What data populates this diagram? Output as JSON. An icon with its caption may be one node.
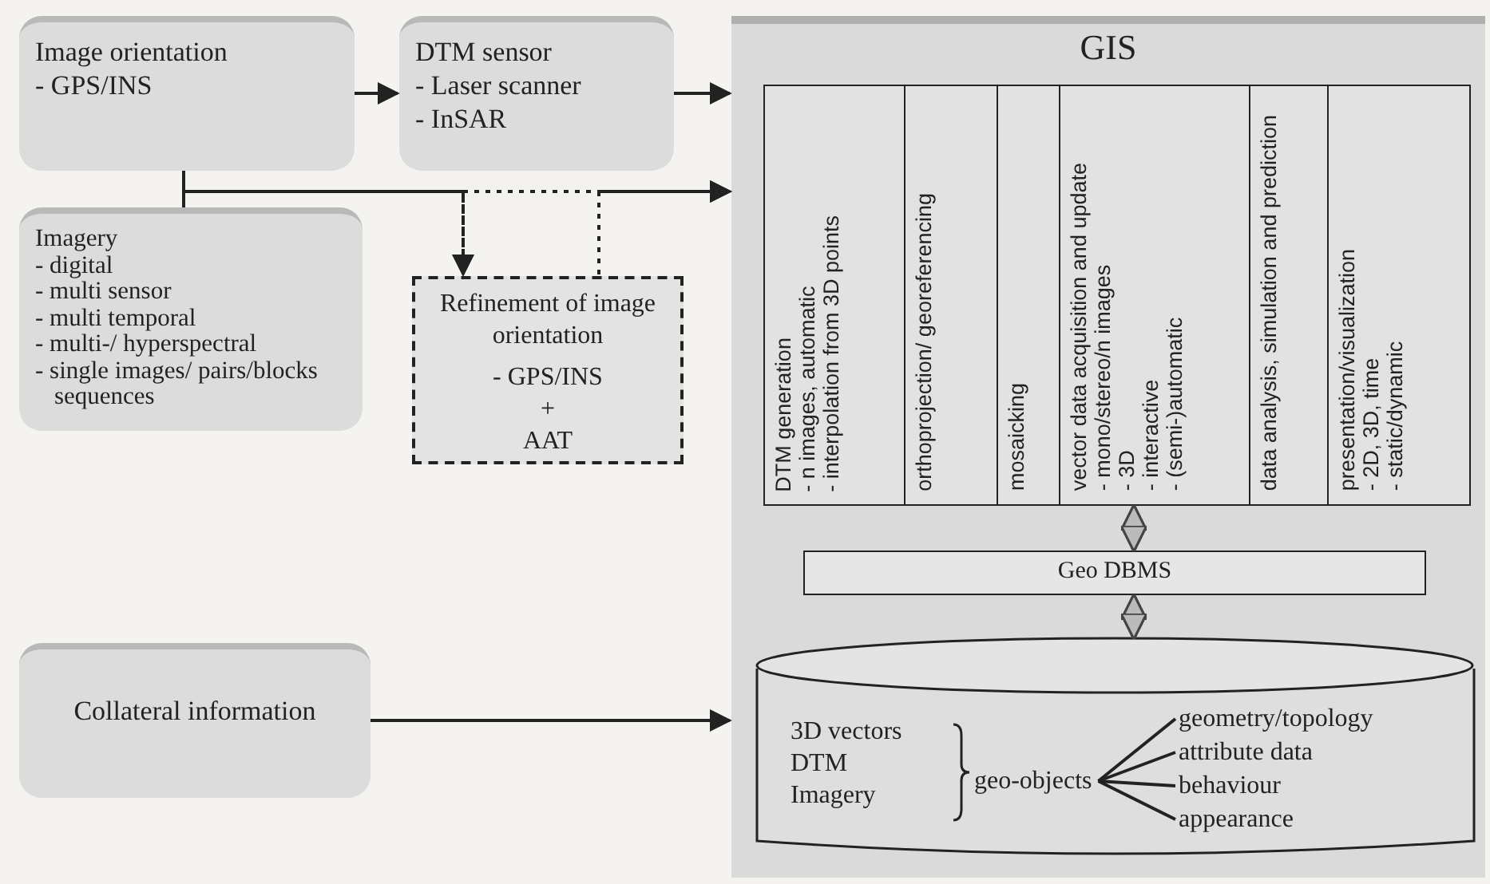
{
  "diagram": {
    "nodes": [
      {
        "text": [
          "Image orientation",
          "- GPS/INS"
        ]
      },
      {
        "text": [
          "DTM sensor",
          "- Laser scanner",
          "- InSAR"
        ]
      },
      {
        "text": [
          "Imagery",
          "- digital",
          "- multi sensor",
          "- multi temporal",
          "- multi-/ hyperspectral",
          "- single images/ pairs/blocks sequences"
        ]
      },
      {
        "text": [
          "Refinement of image orientation",
          "- GPS/INS",
          "+",
          "AAT"
        ]
      },
      {
        "text": [
          "Collateral information"
        ]
      },
      {
        "text": [
          "GIS"
        ]
      },
      {
        "text": [],
        "shape": "box",
        "in": 5
      },
      {
        "text": [
          "DTM generation",
          "- n images, automatic",
          "- interpolation from 3D points"
        ],
        "in": 6
      },
      {
        "text": [
          "orthoprojection/ georeferencing"
        ],
        "in": 6
      },
      {
        "text": [
          "mosaicking"
        ],
        "in": 6
      },
      {
        "text": [
          "vector data acquisition and update",
          "- mono/stereo/n images",
          "- 3D",
          "- interactive",
          "- (semi-)automatic"
        ],
        "in": 6
      },
      {
        "text": [
          "data analysis, simulation and prediction"
        ],
        "in": 6
      },
      {
        "text": [
          "presentation/visualization",
          "- 2D, 3D, time",
          "- static/dynamic"
        ],
        "in": 6
      },
      {
        "text": [
          "Geo DBMS"
        ],
        "in": 5
      },
      {
        "text": [],
        "shape": "cylinder",
        "in": 5
      },
      {
        "text": [
          "3D vectors"
        ],
        "in": 14
      },
      {
        "text": [
          "DTM"
        ],
        "in": 14
      },
      {
        "text": [
          "Imagery"
        ],
        "in": 14
      },
      {
        "text": [
          "geo-objects"
        ],
        "in": 14
      },
      {
        "text": [
          "geometry/topology"
        ],
        "in": 14
      },
      {
        "text": [
          "attribute data"
        ],
        "in": 14
      },
      {
        "text": [
          "behaviour"
        ],
        "in": 14
      },
      {
        "text": [
          "appearance"
        ],
        "in": 14
      }
    ],
    "edges": [
      {
        "from": 0,
        "to": 1,
        "arrow": "to"
      },
      {
        "from": 1,
        "to": 5,
        "arrow": "to"
      },
      {
        "from": 0,
        "to": 5,
        "arrow": "to"
      },
      {
        "from": 2,
        "to": 5,
        "arrow": "to"
      },
      {
        "from": 0,
        "to": 3,
        "arrow": "to",
        "style": "dashed"
      },
      {
        "from": 2,
        "to": 3,
        "arrow": "to",
        "style": "dashed"
      },
      {
        "from": 3,
        "to": 5,
        "arrow": "to",
        "style": "dashed"
      },
      {
        "from": 4,
        "to": 5,
        "arrow": "to"
      },
      {
        "from": 6,
        "to": 13,
        "arrow": "both",
        "style": "thick",
        "color": "#888888"
      },
      {
        "from": 13,
        "to": 14,
        "arrow": "both",
        "style": "thick",
        "color": "#888888"
      },
      {
        "from": 18,
        "to": 19,
        "arrow": "none"
      },
      {
        "from": 18,
        "to": 20,
        "arrow": "none"
      },
      {
        "from": 18,
        "to": 21,
        "arrow": "none"
      },
      {
        "from": 18,
        "to": 22,
        "arrow": "none"
      }
    ]
  }
}
